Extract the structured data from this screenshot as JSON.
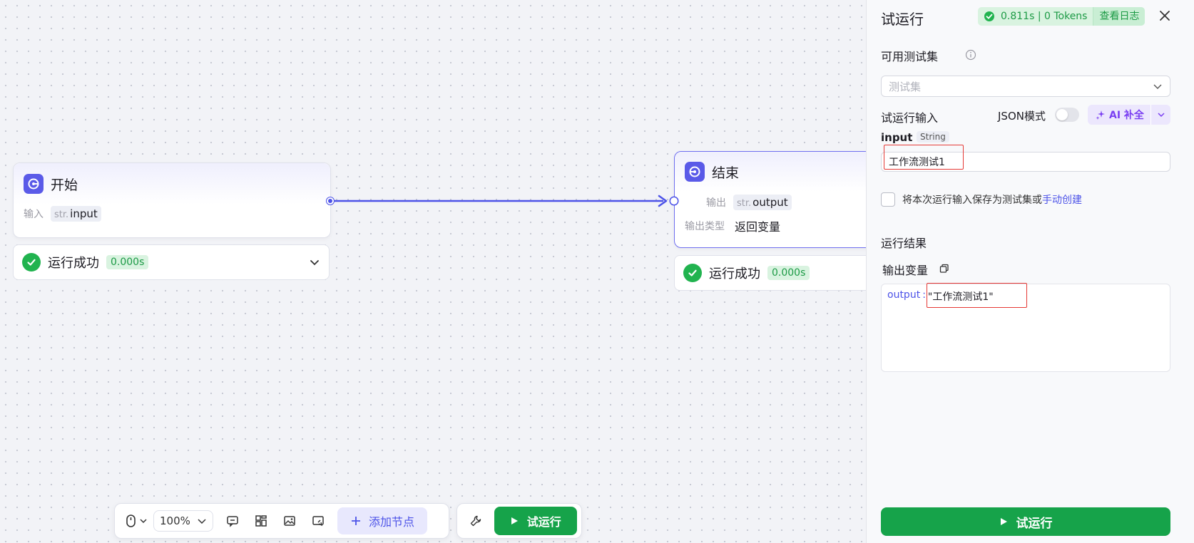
{
  "canvas": {
    "start_node": {
      "title": "开始",
      "input_label": "输入",
      "input_type_prefix": "str.",
      "input_name": "input",
      "status": "运行成功",
      "time": "0.000s"
    },
    "end_node": {
      "title": "结束",
      "output_label": "输出",
      "output_type_prefix": "str.",
      "output_name": "output",
      "output_type_label": "输出类型",
      "output_type_value": "返回变量",
      "status": "运行成功",
      "time": "0.000s"
    }
  },
  "toolbar": {
    "zoom": "100%",
    "add_node": "添加节点",
    "run": "试运行"
  },
  "panel": {
    "title": "试运行",
    "stats": "0.811s | 0 Tokens",
    "view_log": "查看日志",
    "testset_label": "可用测试集",
    "testset_placeholder": "测试集",
    "run_input_label": "试运行输入",
    "json_mode_label": "JSON模式",
    "json_mode_on": false,
    "ai_fill": "AI 补全",
    "input_field_name": "input",
    "input_field_type": "String",
    "input_value": "工作流测试1",
    "save_text": "将本次运行输入保存为测试集或",
    "manual_create": "手动创建",
    "result_label": "运行结果",
    "output_vars_label": "输出变量",
    "output_key": "output",
    "output_sep": ":",
    "output_value": "\"工作流测试1\"",
    "run_button": "试运行"
  },
  "colors": {
    "accent": "#4d53e8",
    "success": "#16a34a",
    "highlight_border": "#e53935"
  },
  "icons": [
    "start-node-icon",
    "end-node-icon",
    "check-circle-icon",
    "chevron-down-icon",
    "close-icon",
    "info-icon",
    "copy-icon",
    "sparkle-icon",
    "mouse-icon",
    "comment-icon",
    "grid-icon",
    "image-icon",
    "export-icon",
    "plus-icon",
    "wrench-icon",
    "play-icon"
  ]
}
